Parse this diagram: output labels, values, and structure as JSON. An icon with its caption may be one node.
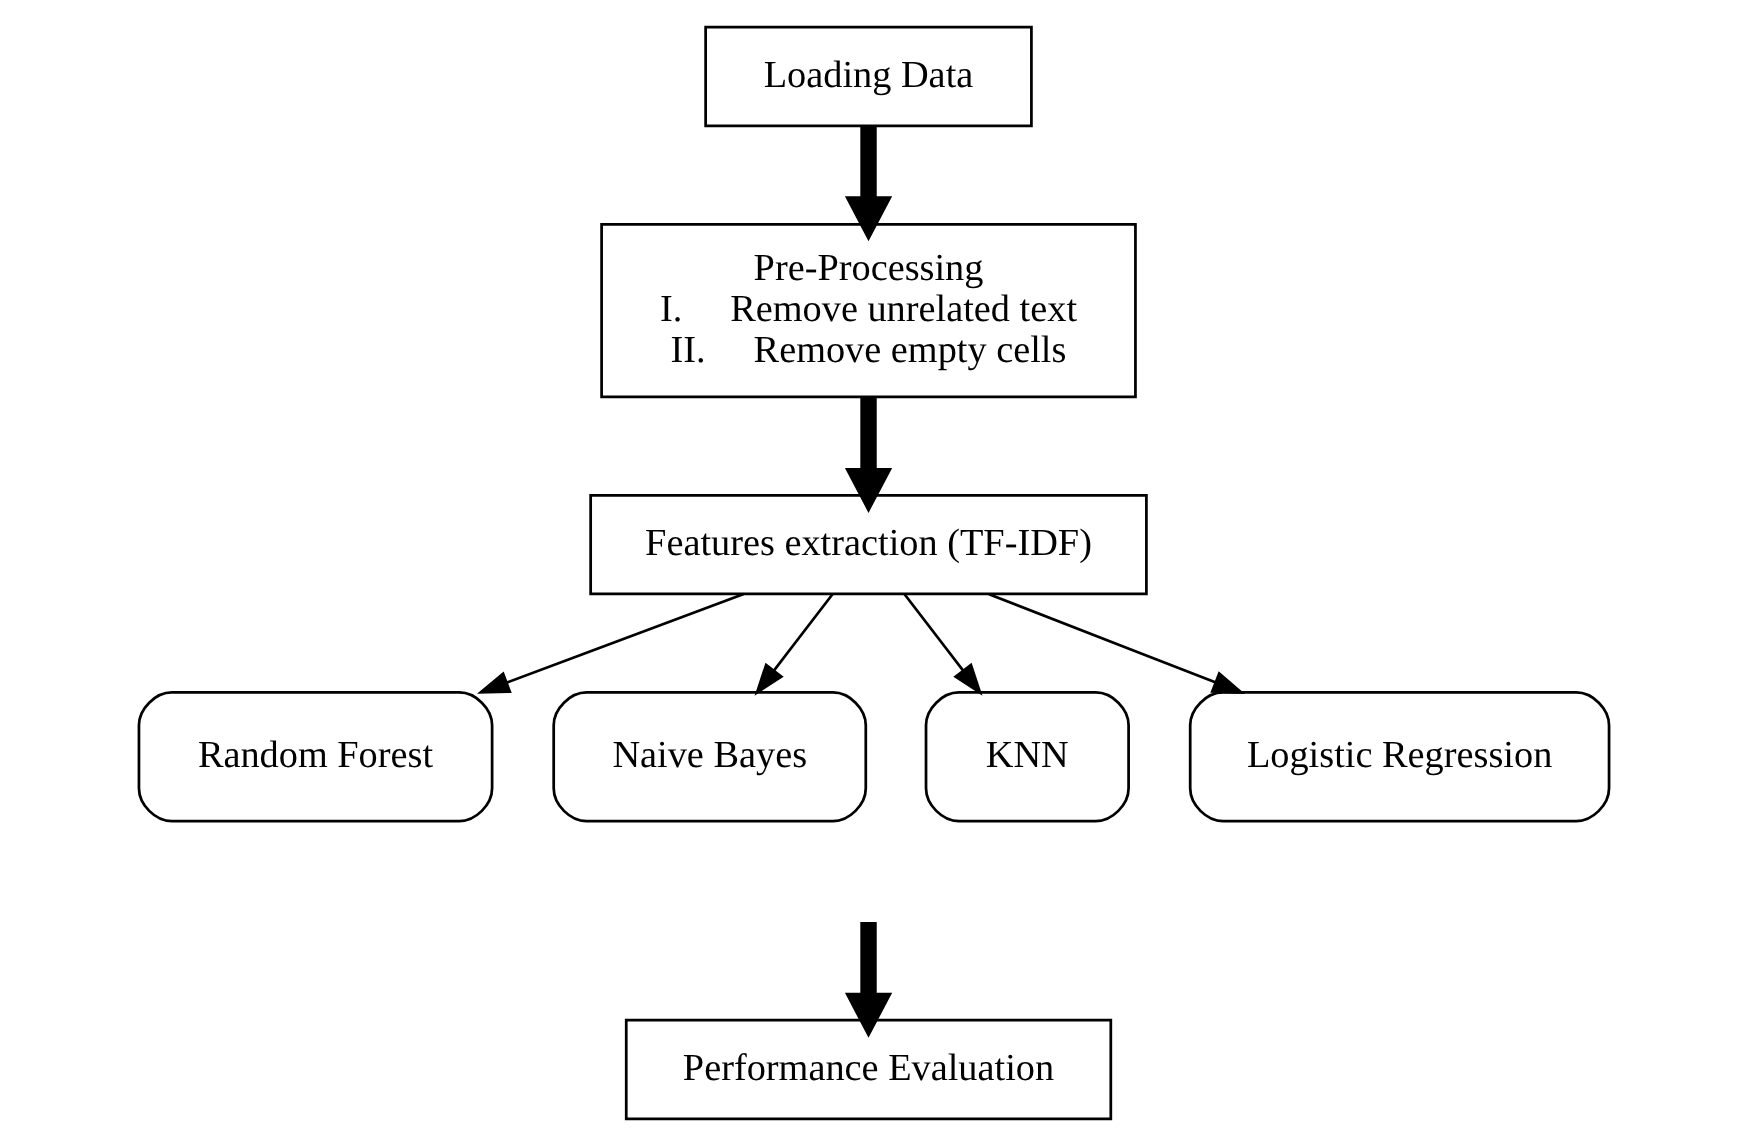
{
  "diagram": {
    "nodes": [
      {
        "text": [
          "Loading Data"
        ]
      },
      {
        "text": [
          "Pre-Processing",
          "I.     Remove unrelated text",
          "II.     Remove empty cells"
        ]
      },
      {
        "text": [
          "Features extraction (TF-IDF)"
        ]
      },
      {
        "text": [
          "Random Forest"
        ]
      },
      {
        "text": [
          "Naive Bayes"
        ]
      },
      {
        "text": [
          "KNN"
        ]
      },
      {
        "text": [
          "Logistic Regression"
        ]
      },
      {
        "text": [
          "Performance Evaluation"
        ]
      }
    ],
    "edges": [
      {
        "from": 0,
        "to": 1,
        "arrow": "to",
        "style": "thick"
      },
      {
        "from": 1,
        "to": 2,
        "arrow": "to",
        "style": "thick"
      },
      {
        "from": 2,
        "to": 3,
        "arrow": "to"
      },
      {
        "from": 2,
        "to": 4,
        "arrow": "to"
      },
      {
        "from": 2,
        "to": 5,
        "arrow": "to"
      },
      {
        "from": 2,
        "to": 6,
        "arrow": "to"
      },
      {
        "from": null,
        "to": 7,
        "arrow": "to",
        "style": "thick"
      }
    ]
  }
}
